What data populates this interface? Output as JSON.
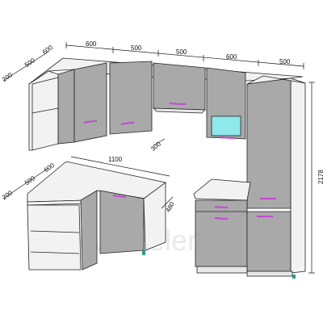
{
  "dimensions": {
    "upper": {
      "depth_a": "200",
      "depth_b": "500",
      "depth_c": "600",
      "widths": [
        "600",
        "500",
        "500",
        "600",
        "500"
      ],
      "hood_depth": "300"
    },
    "lower": {
      "depth_a": "200",
      "depth_b": "500",
      "depth_c": "600",
      "corner_width": "1100",
      "side_depth": "480"
    },
    "total_height": "2178"
  },
  "watermark": "www.5element.by",
  "colors": {
    "carcass": "#f2f2f2",
    "front": "#a9a9a9",
    "front_dark": "#8e8e8e",
    "handle": "#c04bd0",
    "glass": "#8ee8ec",
    "line": "#222222",
    "plinth_foot": "#2a9d8f"
  }
}
